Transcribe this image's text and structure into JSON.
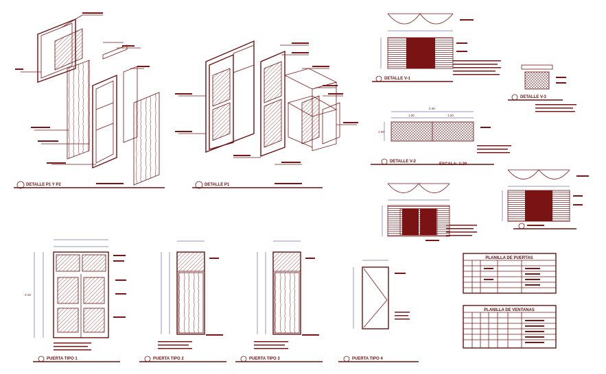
{
  "drawing": {
    "scale_label": "ESCALA: 1:20",
    "titles": {
      "detail_p1_p2": "DETALLE P1 Y P2",
      "detail_p1": "DETALLE P1",
      "detail_v1": "DETALLE V-1",
      "detail_v2": "DETALLE V-2",
      "detail_v3": "DETALLE V-3",
      "door_p1": "PUERTA TIPO 1",
      "door_p2": "PUERTA TIPO 2",
      "door_p3": "PUERTA TIPO 3",
      "door_p4": "PUERTA TIPO 4"
    },
    "dims": {
      "v2_total": "2.40",
      "v2_half_a": "1.20",
      "v2_half_b": "1.20",
      "v2_height": "1.00",
      "p1_height": "2.10"
    },
    "schedules": {
      "doors_title": "PLANILLA DE PUERTAS",
      "windows_title": "PLANILLA DE VENTANAS"
    },
    "colors": {
      "line": "#7a1414",
      "dimension": "#2a2a8a",
      "background": "#ffffff"
    }
  }
}
